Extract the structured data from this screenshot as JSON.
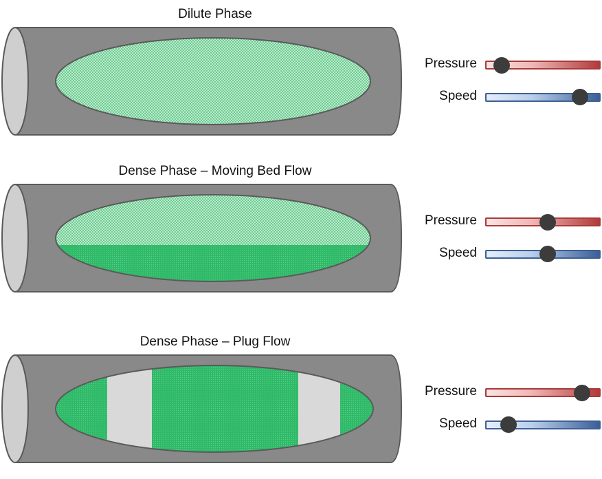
{
  "panels": [
    {
      "title": "Dilute Phase",
      "pressure_label": "Pressure",
      "speed_label": "Speed",
      "pressure_level": 0.14,
      "speed_level": 0.82,
      "fill": "dilute"
    },
    {
      "title": "Dense Phase – Moving Bed Flow",
      "pressure_label": "Pressure",
      "speed_label": "Speed",
      "pressure_level": 0.54,
      "speed_level": 0.54,
      "fill": "moving-bed"
    },
    {
      "title": "Dense Phase – Plug Flow",
      "pressure_label": "Pressure",
      "speed_label": "Speed",
      "pressure_level": 0.84,
      "speed_level": 0.2,
      "fill": "plug"
    }
  ],
  "colors": {
    "pipe": "#898989",
    "pipe_end": "#cfcfcf",
    "outline": "#5a5a5a",
    "solid_green": "#2fba68",
    "light_green": "#bfe9cd",
    "gas_gap": "#d9d9d9",
    "pressure_track": "#b23a3a",
    "speed_track": "#3a5f97",
    "knob": "#3c3c3c"
  }
}
